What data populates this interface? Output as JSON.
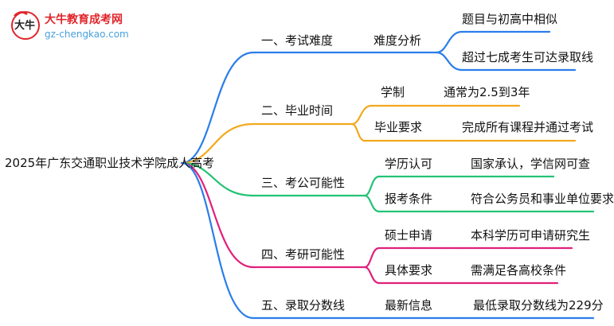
{
  "logo": {
    "title": "大牛教育成考网",
    "url": "gz-chengkao.com",
    "mark_text": "大牛"
  },
  "root": {
    "label": "2025年广东交通职业技术学院成人高考"
  },
  "branches": [
    {
      "label": "一、考试难度",
      "color": "#2b7de9",
      "children": [
        {
          "label": "难度分析",
          "leaves": [
            "题目与初高中相似",
            "超过七成考生可达录取线"
          ]
        }
      ]
    },
    {
      "label": "二、毕业时间",
      "color": "#f2a81d",
      "children": [
        {
          "label": "学制",
          "leaves": [
            "通常为2.5到3年"
          ]
        },
        {
          "label": "毕业要求",
          "leaves": [
            "完成所有课程并通过考试"
          ]
        }
      ]
    },
    {
      "label": "三、考公可能性",
      "color": "#23c275",
      "children": [
        {
          "label": "学历认可",
          "leaves": [
            "国家承认，学信网可查"
          ]
        },
        {
          "label": "报考条件",
          "leaves": [
            "符合公务员和事业单位要求"
          ]
        }
      ]
    },
    {
      "label": "四、考研可能性",
      "color": "#e0207a",
      "children": [
        {
          "label": "硕士申请",
          "leaves": [
            "本科学历可申请研究生"
          ]
        },
        {
          "label": "具体要求",
          "leaves": [
            "需满足各高校条件"
          ]
        }
      ]
    },
    {
      "label": "五、录取分数线",
      "color": "#2b7de9",
      "children": [
        {
          "label": "最新信息",
          "leaves": [
            "最低录取分数线为229分"
          ]
        }
      ]
    }
  ]
}
